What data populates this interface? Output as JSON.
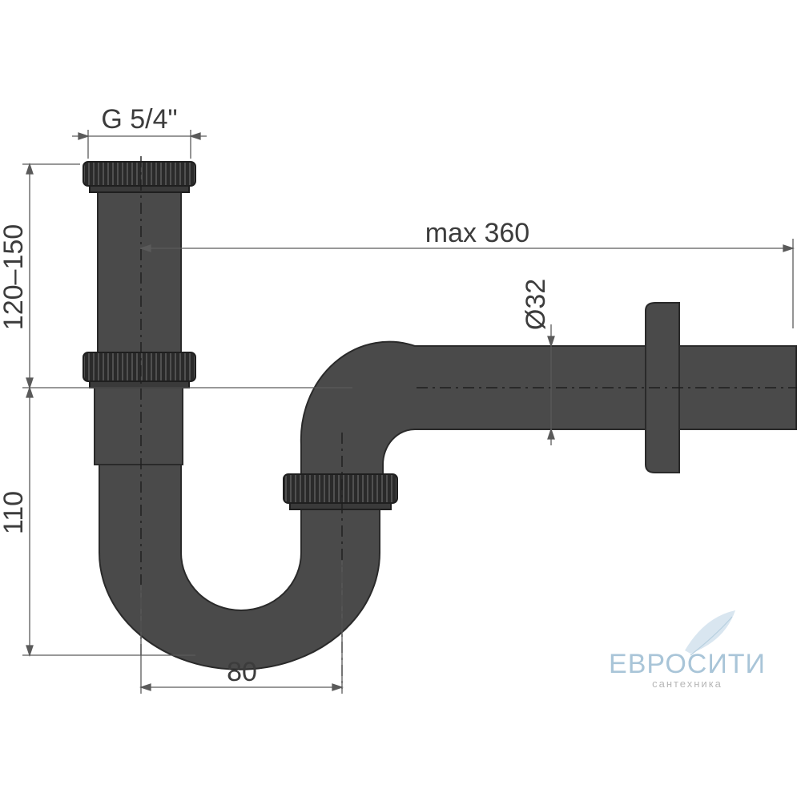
{
  "colors": {
    "pipe": "#4a4a4a",
    "ring": "#2e2e2e",
    "dimension": "#5a5a5a",
    "watermark": "#a9c5d8"
  },
  "dimensions": {
    "thread": "G 5/4\"",
    "adjustable_height": "120–150",
    "max_length": "max 360",
    "diameter": "Ø32",
    "trap_height": "110",
    "trap_width": "80"
  },
  "watermark": {
    "brand": "ЕВРОСИТИ",
    "tagline": "сантехника",
    "icon": "leaf-icon"
  }
}
